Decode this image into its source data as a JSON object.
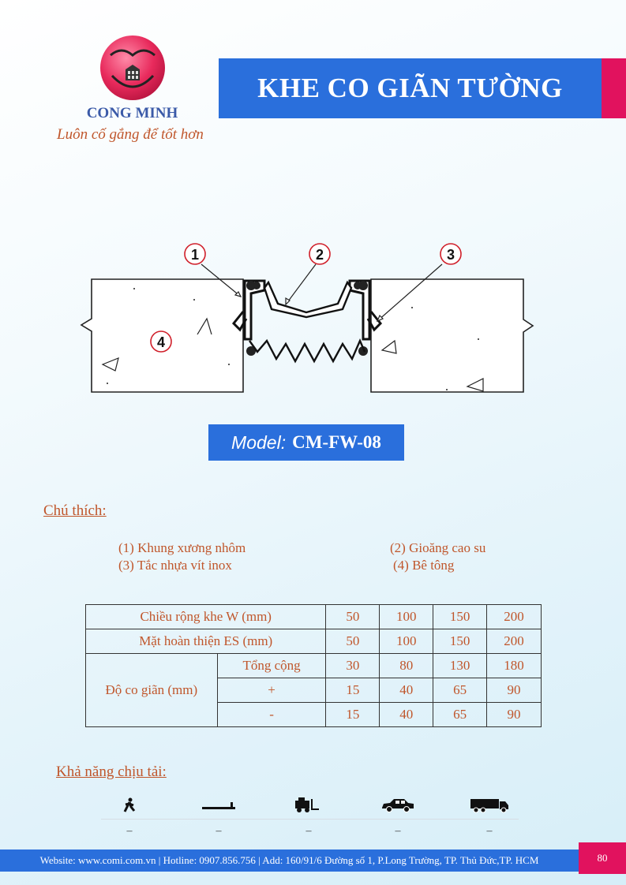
{
  "header": {
    "brand_name": "CONG MINH",
    "slogan": "Luôn cố gắng để tốt hơn",
    "title": "KHE CO GIÃN TƯỜNG"
  },
  "drawing": {
    "callouts": [
      "1",
      "2",
      "3",
      "4"
    ]
  },
  "model": {
    "label": "Model:",
    "code": "CM-FW-08"
  },
  "notes": {
    "heading": "Chú thích:",
    "items": [
      "(1) Khung xương nhôm",
      "(2) Gioăng cao su",
      "(3) Tắc nhựa vít inox",
      "(4) Bê tông"
    ]
  },
  "specs": {
    "rows": [
      {
        "label": "Chiều rộng khe W (mm)",
        "values": [
          "50",
          "100",
          "150",
          "200"
        ]
      },
      {
        "label": "Mặt hoàn thiện ES (mm)",
        "values": [
          "50",
          "100",
          "150",
          "200"
        ]
      }
    ],
    "movement_label": "Độ co giãn (mm)",
    "movement_rows": [
      {
        "label": "Tổng cộng",
        "values": [
          "30",
          "80",
          "130",
          "180"
        ]
      },
      {
        "label": "+",
        "values": [
          "15",
          "40",
          "65",
          "90"
        ]
      },
      {
        "label": "-",
        "values": [
          "15",
          "40",
          "65",
          "90"
        ]
      }
    ]
  },
  "loads": {
    "heading": "Khả năng chịu tải:",
    "items": [
      {
        "icon": "pedestrian-icon",
        "value": "–"
      },
      {
        "icon": "wheelchair-ramp-icon",
        "value": "–"
      },
      {
        "icon": "forklift-icon",
        "value": "–"
      },
      {
        "icon": "car-icon",
        "value": "–"
      },
      {
        "icon": "truck-icon",
        "value": "–"
      }
    ]
  },
  "footer": {
    "text": "Website: www.comi.com.vn | Hotline: 0907.856.756 | Add: 160/91/6 Đường số 1, P.Long Trường, TP. Thủ Đức,TP. HCM",
    "page_number": "80"
  },
  "colors": {
    "brand_blue": "#2a6fdc",
    "accent_pink": "#e1125e",
    "text_orange": "#c0562b"
  }
}
